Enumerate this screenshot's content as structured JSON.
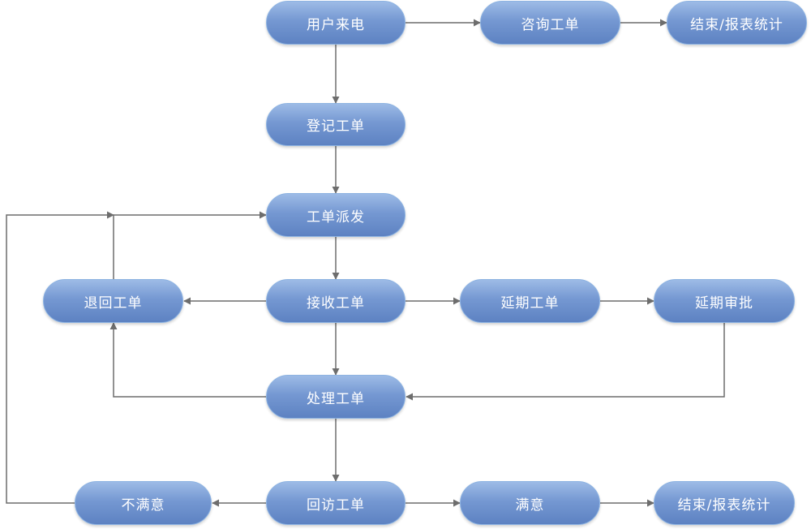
{
  "nodes": {
    "caller": "用户来电",
    "consult_ticket": "咨询工单",
    "end_report_top": "结束/报表统计",
    "register_ticket": "登记工单",
    "dispatch_ticket": "工单派发",
    "return_ticket": "退回工单",
    "receive_ticket": "接收工单",
    "extend_ticket": "延期工单",
    "extend_approval": "延期审批",
    "process_ticket": "处理工单",
    "dissatisfied": "不满意",
    "revisit_ticket": "回访工单",
    "satisfied": "满意",
    "end_report_bottom": "结束/报表统计"
  },
  "colors": {
    "node_fill_top": "#9dbbe6",
    "node_fill_bottom": "#5d82c2",
    "node_border": "#8db3e2",
    "node_text": "#ffffff",
    "connector": "#6d6d6d"
  }
}
